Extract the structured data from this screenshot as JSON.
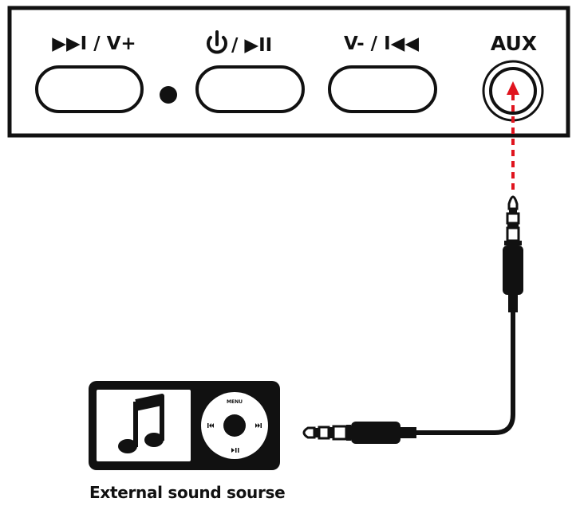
{
  "panel": {
    "buttons": [
      {
        "label": "▶▶I / V+"
      },
      {
        "label": "/ ▶II",
        "icon": "power-icon"
      },
      {
        "label": "V- / I◀◀"
      }
    ],
    "aux_label": "AUX"
  },
  "player": {
    "menu_label": "MENU",
    "icons": [
      "music-note-icon",
      "prev-icon",
      "next-icon",
      "play-pause-icon"
    ]
  },
  "caption": "External sound sourse",
  "colors": {
    "outline": "#111111",
    "signal_arrow": "#e0141e",
    "background": "#ffffff"
  }
}
